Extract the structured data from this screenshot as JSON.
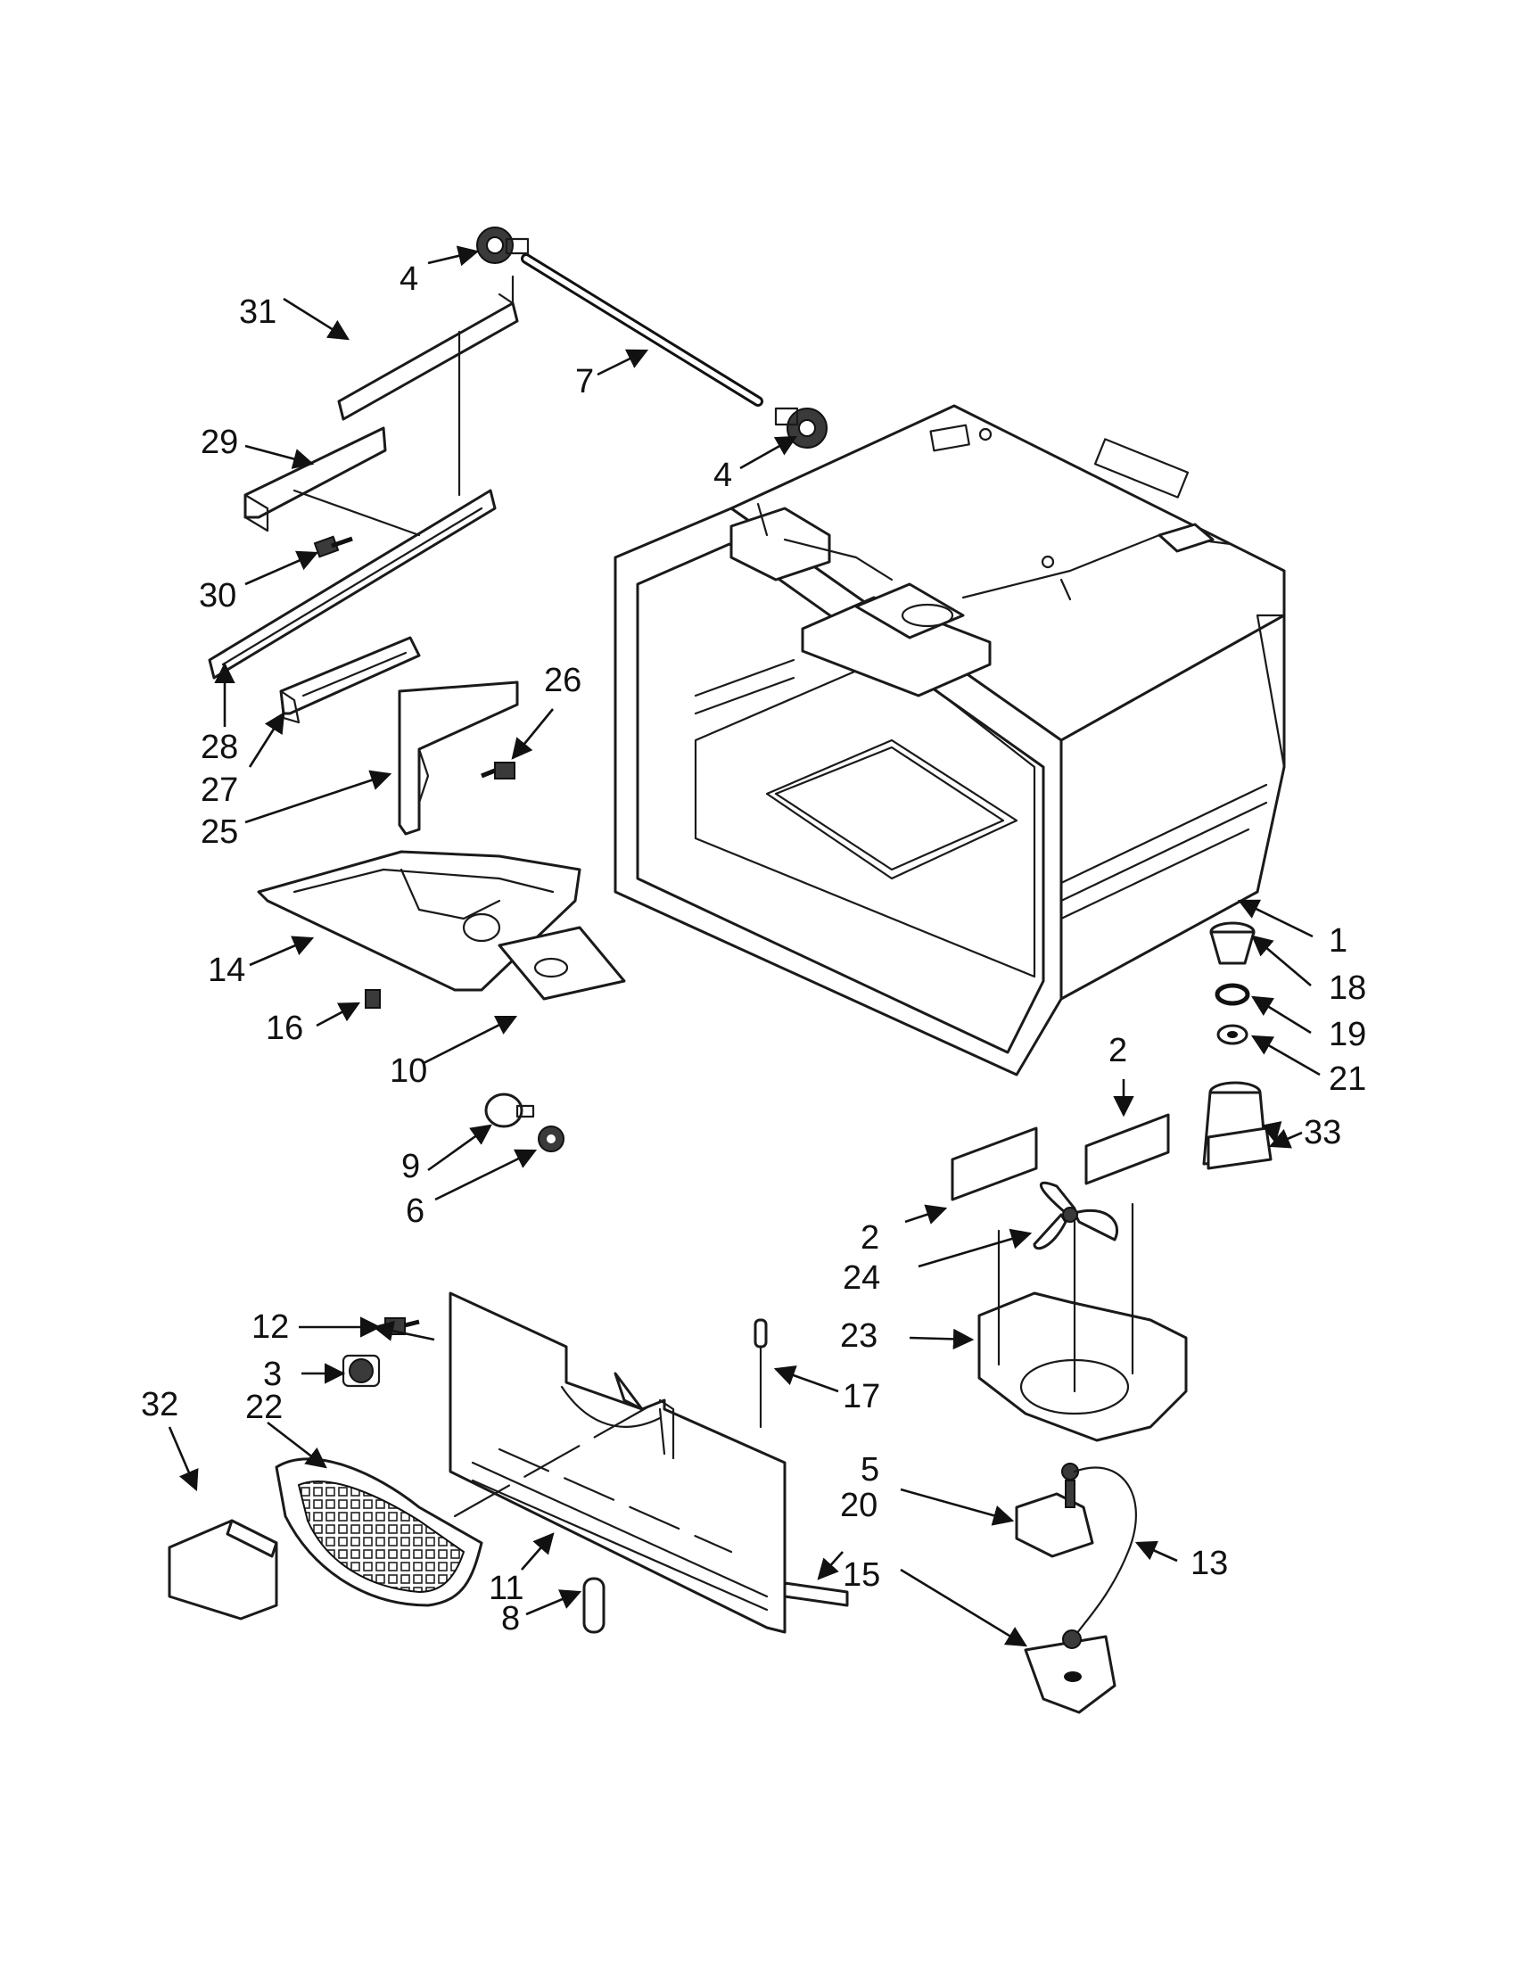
{
  "callouts": [
    {
      "id": "c1",
      "label": "1"
    },
    {
      "id": "c2a",
      "label": "2"
    },
    {
      "id": "c2b",
      "label": "2"
    },
    {
      "id": "c3",
      "label": "3"
    },
    {
      "id": "c4a",
      "label": "4"
    },
    {
      "id": "c4b",
      "label": "4"
    },
    {
      "id": "c5",
      "label": "5"
    },
    {
      "id": "c6",
      "label": "6"
    },
    {
      "id": "c7",
      "label": "7"
    },
    {
      "id": "c8",
      "label": "8"
    },
    {
      "id": "c9",
      "label": "9"
    },
    {
      "id": "c10",
      "label": "10"
    },
    {
      "id": "c11",
      "label": "11"
    },
    {
      "id": "c12",
      "label": "12"
    },
    {
      "id": "c13",
      "label": "13"
    },
    {
      "id": "c14",
      "label": "14"
    },
    {
      "id": "c15",
      "label": "15"
    },
    {
      "id": "c16",
      "label": "16"
    },
    {
      "id": "c17",
      "label": "17"
    },
    {
      "id": "c18",
      "label": "18"
    },
    {
      "id": "c19",
      "label": "19"
    },
    {
      "id": "c20",
      "label": "20"
    },
    {
      "id": "c21",
      "label": "21"
    },
    {
      "id": "c22",
      "label": "22"
    },
    {
      "id": "c23",
      "label": "23"
    },
    {
      "id": "c24",
      "label": "24"
    },
    {
      "id": "c25",
      "label": "25"
    },
    {
      "id": "c26",
      "label": "26"
    },
    {
      "id": "c27",
      "label": "27"
    },
    {
      "id": "c28",
      "label": "28"
    },
    {
      "id": "c29",
      "label": "29"
    },
    {
      "id": "c30",
      "label": "30"
    },
    {
      "id": "c31",
      "label": "31"
    },
    {
      "id": "c32",
      "label": "32"
    },
    {
      "id": "c33",
      "label": "33"
    }
  ]
}
